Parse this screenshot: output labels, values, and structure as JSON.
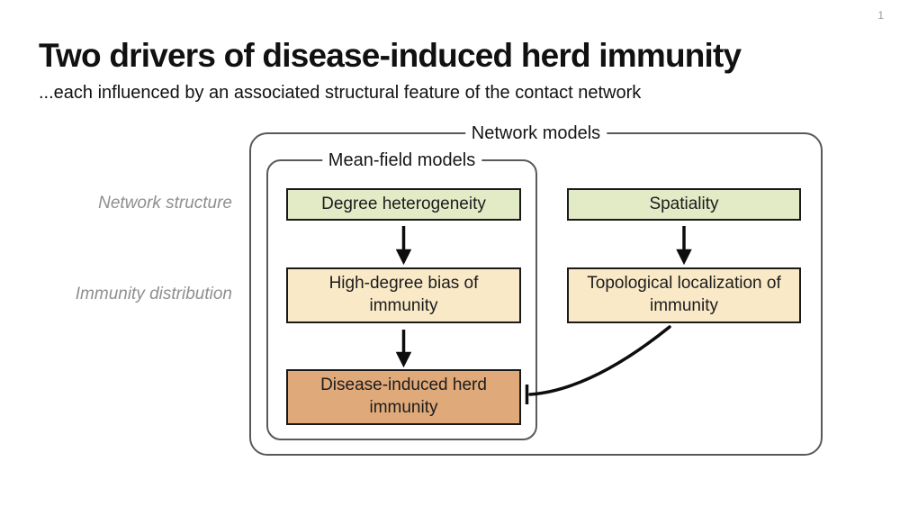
{
  "page": {
    "number": "1"
  },
  "header": {
    "title": "Two drivers of disease-induced herd immunity",
    "subtitle": "...each influenced by an associated structural feature of the contact network"
  },
  "diagram": {
    "outer_group_label": "Network models",
    "inner_group_label": "Mean-field models",
    "row_labels": {
      "row1": "Network structure",
      "row2": "Immunity distribution"
    },
    "nodes": {
      "degree_heterogeneity": "Degree heterogeneity",
      "spatiality": "Spatiality",
      "high_degree_bias": "High-degree bias of immunity",
      "topological_localization": "Topological localization of immunity",
      "disease_induced": "Disease-induced herd immunity"
    },
    "colors": {
      "structure_fill": "#e3eac6",
      "distribution_fill": "#f9e9c7",
      "outcome_fill": "#dfa97a",
      "node_border": "#1a1a1a",
      "group_border": "#58595b",
      "arrow": "#0d0d0d",
      "row_label": "#8f8f8f"
    }
  }
}
